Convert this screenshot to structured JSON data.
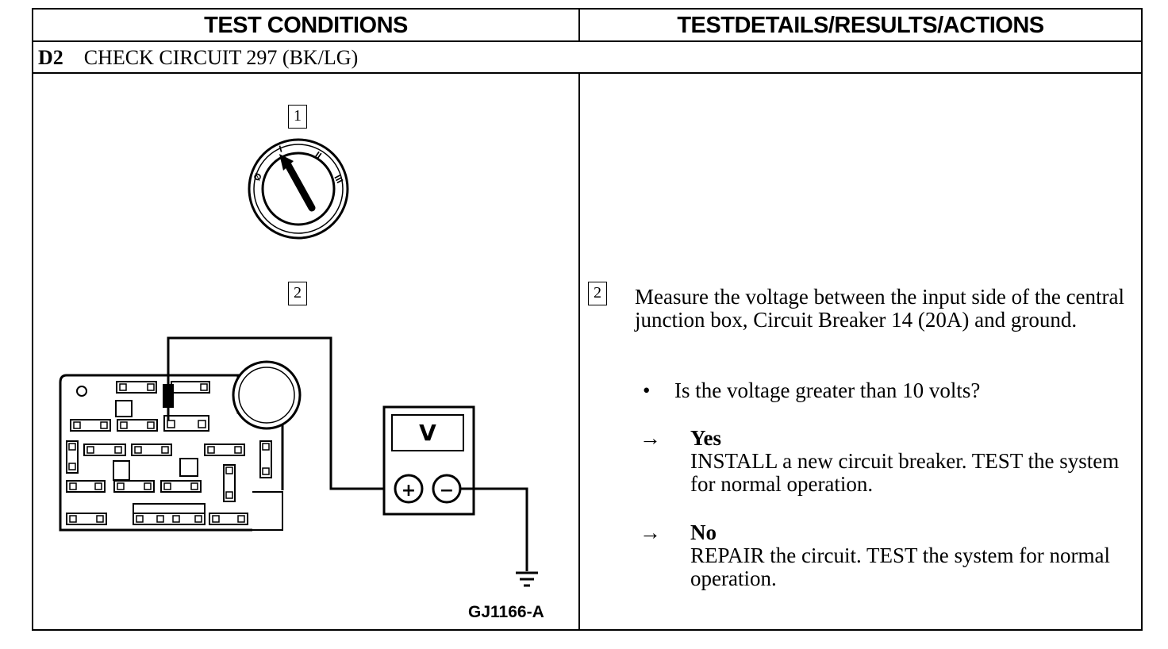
{
  "header": {
    "left_col": "TEST CONDITIONS",
    "right_col": "TESTDETAILS/RESULTS/ACTIONS"
  },
  "step": {
    "code": "D2",
    "title": "CHECK CIRCUIT 297 (BK/LG)"
  },
  "figure": {
    "step_marker_1": "1",
    "step_marker_2": "2",
    "switch_labels": [
      "Ø",
      "I",
      "II",
      "III"
    ],
    "meter_label": "V",
    "meter_plus": "+",
    "meter_minus": "−",
    "figure_id": "GJ1166-A"
  },
  "details": {
    "marker": "2",
    "instruction": "Measure the voltage between the input side of the central junction box, Circuit Breaker 14 (20A) and ground.",
    "bullet": "•",
    "question": "Is the voltage greater than 10 volts?",
    "arrow": "→",
    "yes_label": "Yes",
    "yes_action": "INSTALL a new circuit breaker. TEST the system for normal operation.",
    "no_label": "No",
    "no_action": "REPAIR the circuit. TEST the system for normal operation."
  }
}
